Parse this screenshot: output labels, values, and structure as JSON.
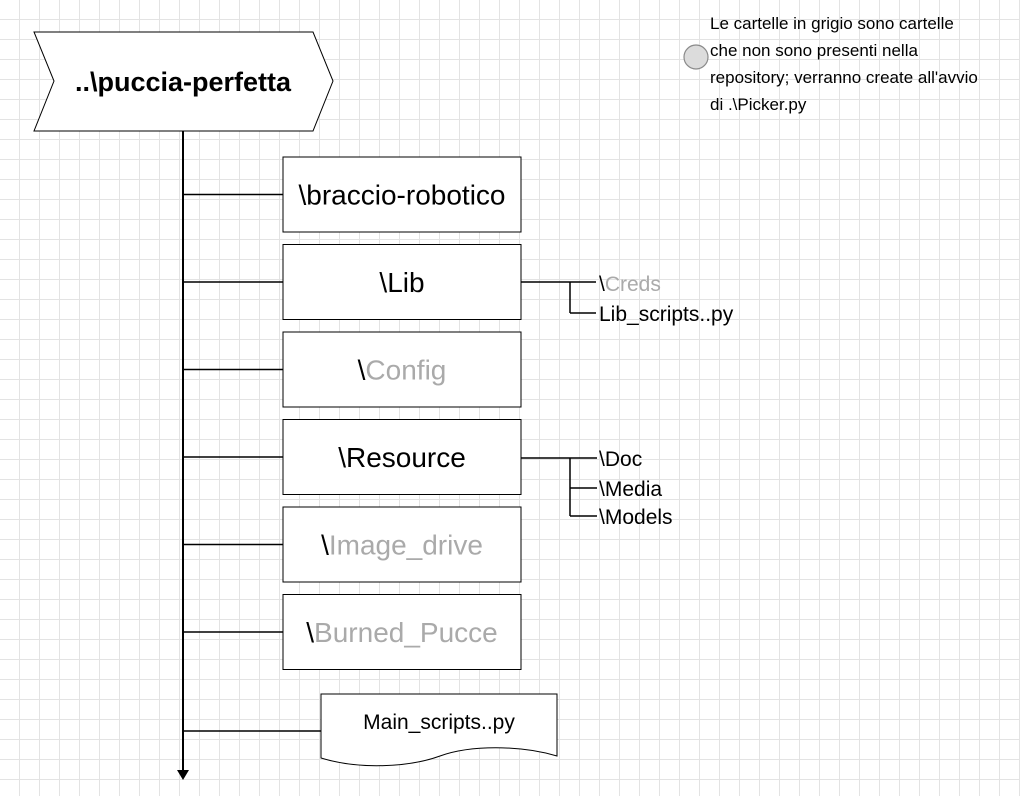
{
  "root": {
    "label": "..\\puccia-perfetta"
  },
  "note": {
    "lines": [
      "Le cartelle in grigio sono cartelle",
      "che non sono presenti nella",
      "repository; verranno create all'avvio",
      "di .\\Picker.py"
    ]
  },
  "folders": [
    {
      "prefix": "\\",
      "name": "braccio-robotico",
      "present": true
    },
    {
      "prefix": "\\",
      "name": "Lib",
      "present": true
    },
    {
      "prefix": "\\",
      "name": "Config",
      "present": false
    },
    {
      "prefix": "\\",
      "name": "Resource",
      "present": true
    },
    {
      "prefix": "\\",
      "name": "Image_drive",
      "present": false
    },
    {
      "prefix": "\\",
      "name": "Burned_Pucce",
      "present": false
    }
  ],
  "lib_children": [
    {
      "prefix": "\\",
      "name": "Creds",
      "present": false
    },
    {
      "prefix": "",
      "name": "Lib_scripts..py",
      "present": true
    }
  ],
  "resource_children": [
    {
      "prefix": "\\",
      "name": "Doc",
      "present": true
    },
    {
      "prefix": "\\",
      "name": "Media",
      "present": true
    },
    {
      "prefix": "\\",
      "name": "Models",
      "present": true
    }
  ],
  "main_file": {
    "label": "Main_scripts..py"
  },
  "colors": {
    "present": "#000000",
    "missing": "#aaaaaa",
    "stroke": "#000000",
    "fill": "#ffffff"
  }
}
